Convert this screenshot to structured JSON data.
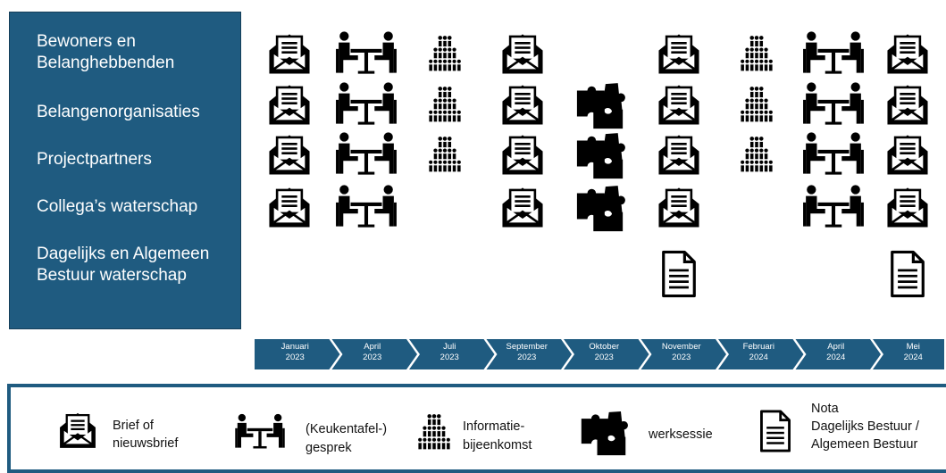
{
  "stakeholders": [
    {
      "label": "Bewoners en Belanghebbenden"
    },
    {
      "label": "Belangenorganisaties"
    },
    {
      "label": "Projectpartners"
    },
    {
      "label": "Collega’s waterschap"
    },
    {
      "label": "Dagelijks en Algemeen Bestuur waterschap"
    }
  ],
  "timeline": [
    {
      "month": "Januari",
      "year": "2023"
    },
    {
      "month": "April",
      "year": "2023"
    },
    {
      "month": "Juli",
      "year": "2023"
    },
    {
      "month": "September",
      "year": "2023"
    },
    {
      "month": "Oktober",
      "year": "2023"
    },
    {
      "month": "November",
      "year": "2023"
    },
    {
      "month": "Februari",
      "year": "2024"
    },
    {
      "month": "April",
      "year": "2024"
    },
    {
      "month": "Mei",
      "year": "2024"
    }
  ],
  "matrix": [
    [
      "letter",
      "meeting",
      "crowd",
      "letter",
      null,
      "letter",
      "crowd",
      "meeting",
      "letter"
    ],
    [
      "letter",
      "meeting",
      "crowd",
      "letter",
      "puzzle",
      "letter",
      "crowd",
      "meeting",
      "letter"
    ],
    [
      "letter",
      "meeting",
      "crowd",
      "letter",
      "puzzle",
      "letter",
      "crowd",
      "meeting",
      "letter"
    ],
    [
      "letter",
      "meeting",
      null,
      "letter",
      "puzzle",
      "letter",
      null,
      "meeting",
      "letter"
    ],
    [
      null,
      null,
      null,
      null,
      null,
      "document",
      null,
      null,
      "document"
    ]
  ],
  "legend": {
    "letter": "Brief of nieuwsbrief",
    "letter_l1": "Brief of",
    "letter_l2": "nieuwsbrief",
    "meeting_l1": "(Keukentafel-)",
    "meeting_l2": "gesprek",
    "crowd_l1": "Informatie-",
    "crowd_l2": "bijeenkomst",
    "puzzle_l1": "werksessie",
    "document_l1": "Nota",
    "document_l2": "Dagelijks Bestuur /",
    "document_l3": "Algemeen Bestuur"
  },
  "colors": {
    "panel": "#1f5b80",
    "icon": "#000000"
  }
}
